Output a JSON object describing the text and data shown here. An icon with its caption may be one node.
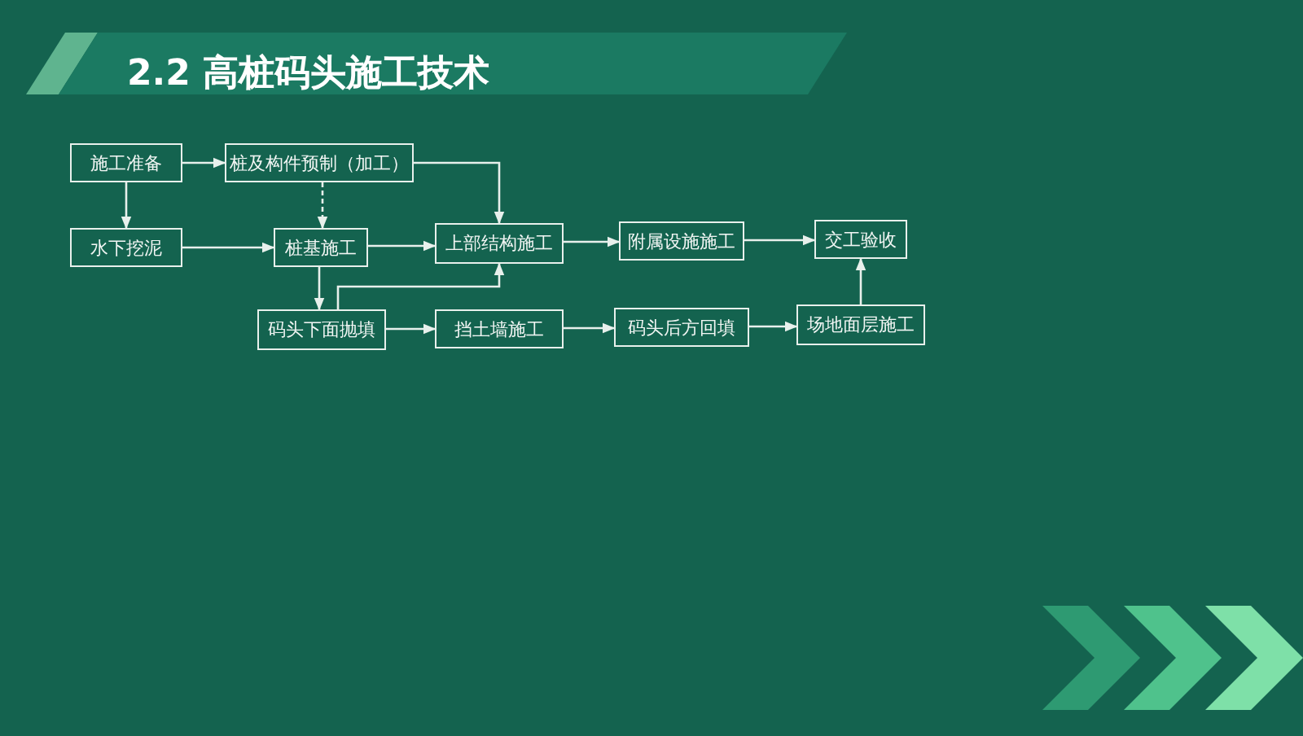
{
  "diagram": {
    "title": "2.2 高桩码头施工技术",
    "nodes": [
      {
        "text": [
          "施工准备"
        ]
      },
      {
        "text": [
          "桩及构件预制（加工）"
        ]
      },
      {
        "text": [
          "水下挖泥"
        ]
      },
      {
        "text": [
          "桩基施工"
        ]
      },
      {
        "text": [
          "上部结构施工"
        ]
      },
      {
        "text": [
          "附属设施施工"
        ]
      },
      {
        "text": [
          "交工验收"
        ]
      },
      {
        "text": [
          "码头下面抛填"
        ]
      },
      {
        "text": [
          "挡土墙施工"
        ]
      },
      {
        "text": [
          "码头后方回填"
        ]
      },
      {
        "text": [
          "场地面层施工"
        ]
      }
    ],
    "edges": [
      {
        "from": 0,
        "to": 1,
        "arrow": "to"
      },
      {
        "from": 0,
        "to": 2,
        "arrow": "to"
      },
      {
        "from": 1,
        "to": 3,
        "arrow": "to",
        "style": "dashed"
      },
      {
        "from": 1,
        "to": 4,
        "arrow": "to"
      },
      {
        "from": 2,
        "to": 3,
        "arrow": "to"
      },
      {
        "from": 3,
        "to": 4,
        "arrow": "to"
      },
      {
        "from": 3,
        "to": 7,
        "arrow": "to"
      },
      {
        "from": 7,
        "to": 4,
        "arrow": "to"
      },
      {
        "from": 4,
        "to": 5,
        "arrow": "to"
      },
      {
        "from": 5,
        "to": 6,
        "arrow": "to"
      },
      {
        "from": 7,
        "to": 8,
        "arrow": "to"
      },
      {
        "from": 8,
        "to": 9,
        "arrow": "to"
      },
      {
        "from": 9,
        "to": 10,
        "arrow": "to"
      },
      {
        "from": 10,
        "to": 6,
        "arrow": "to"
      }
    ]
  }
}
